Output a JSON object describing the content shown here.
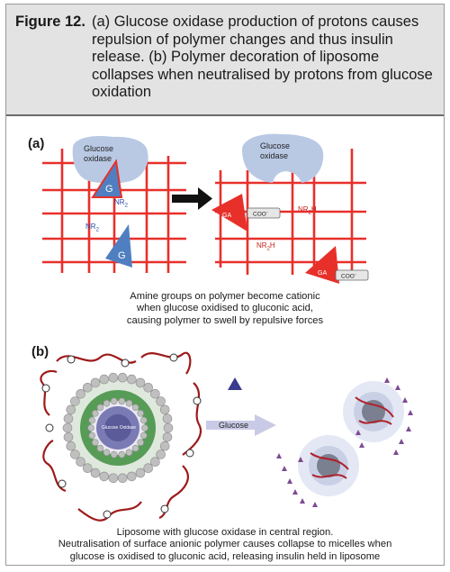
{
  "figure": {
    "label": "Figure 12.",
    "caption_text": "(a) Glucose oxidase production of protons causes repulsion of polymer changes and thus insulin release. (b) Polymer decoration of liposome collapses when neutralised by protons from glucose oxidation"
  },
  "panel_a": {
    "label": "(a)",
    "left": {
      "enzyme_label_line1": "Glucose",
      "enzyme_label_line2": "oxidase",
      "glucose_symbol": "G",
      "glucose_symbol_2": "G",
      "amine_label_1": "NR",
      "amine_label_2": "NR",
      "subscript": "2"
    },
    "right": {
      "enzyme_label_line1": "Glucose",
      "enzyme_label_line2": "oxidase",
      "product_symbol": "GA",
      "product_symbol_2": "GA",
      "carboxylate_label": "COO",
      "carboxylate_label_2": "COO",
      "minus": "-",
      "amine_label_1": "NR",
      "amine_label_2": "NR",
      "subscript": "2",
      "protonated_suffix": "H"
    },
    "caption_lines": [
      "Amine groups on polymer become cationic",
      "when glucose oxidised to gluconic acid,",
      "causing polymer to swell by repulsive forces"
    ]
  },
  "panel_b": {
    "label": "(b)",
    "core_label": "Glucose Oxidase",
    "arrow_label": "Glucose",
    "caption_lines": [
      "Liposome with glucose oxidase in central region.",
      "Neutralisation of surface anionic polymer causes collapse to micelles when",
      "glucose is oxidised to gluconic acid, releasing  insulin held in liposome"
    ]
  },
  "colors": {
    "caption_background": "#e3e3e3",
    "polymer_red": "#e8302a",
    "enzyme_blue": "#b9c9e4",
    "glucose_blue": "#4f7fc0",
    "dark_red_polymer": "#9e1a1a",
    "lipid_head_gray": "#bfbfbf",
    "lipid_tail_green": "#2f8a2f",
    "core_purple": "#7a7ab5",
    "glucose_triangle": "#3a3a8e",
    "insulin_purple": "#7d4b92"
  }
}
